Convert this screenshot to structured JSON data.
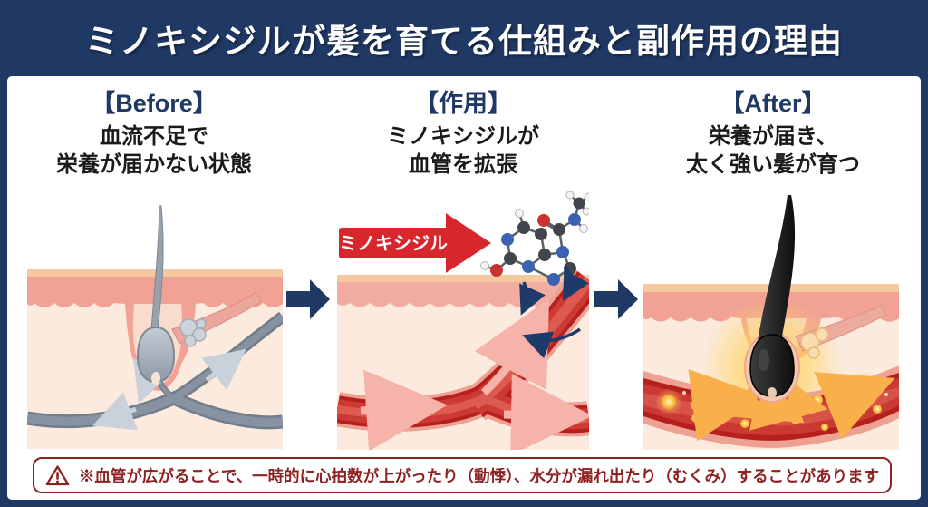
{
  "title": "ミノキシジルが髪を育てる仕組みと副作用の理由",
  "panels": [
    {
      "tag": "【Before】",
      "line1": "血流不足で",
      "line2": "栄養が届かない状態"
    },
    {
      "tag": "【作用】",
      "line1": "ミノキシジルが",
      "line2": "血管を拡張"
    },
    {
      "tag": "【After】",
      "line1": "栄養が届き、",
      "line2": "太く強い髪が育つ"
    }
  ],
  "action_arrow_label": "ミノキシジル",
  "warning_text": "※血管が広がることで、一時的に心拍数が上がったり（動悸）、水分が漏れ出たり（むくみ）することがあります",
  "colors": {
    "navy": "#203864",
    "accent-red": "#d7262c",
    "warning-red": "#8c2222",
    "vessel-red": "#b5201f",
    "vessel-wall-pink": "#eda192",
    "skin-pink": "#f2a295",
    "skin-cream": "#fbeadd",
    "skin-tan": "#f6c8a0",
    "vein-gray": "#8793a1",
    "gold": "#ffd45e"
  }
}
